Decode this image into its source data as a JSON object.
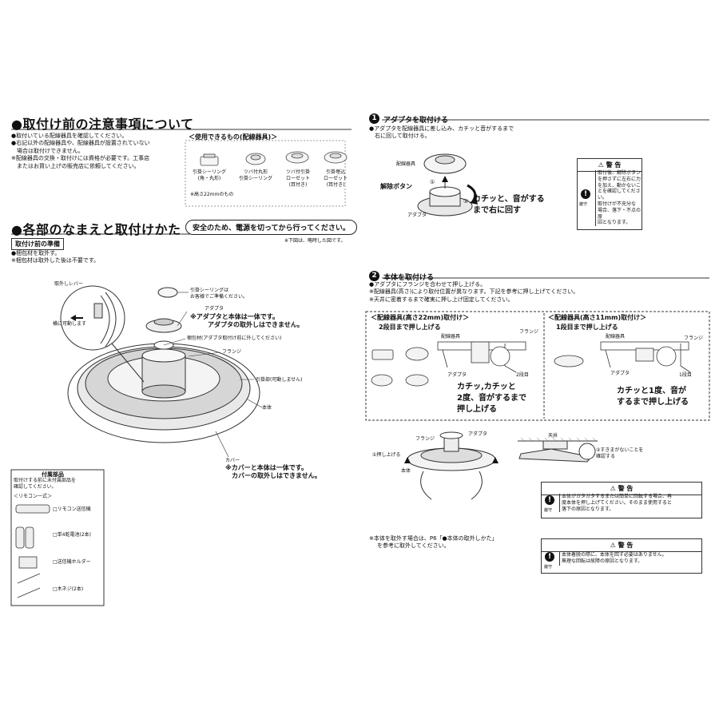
{
  "left": {
    "precaution_title": "●取付け前の注意事項について",
    "precaution_items": [
      "●取付いている配線器具を確認してください。",
      "●右記以外の配線器具や、配線器具が設置されていない",
      "　場合は取付けできません。",
      "※配線器具の交換・取付けには資格が必要です。工事店",
      "　またはお買い上げの販売店に依頼してください。"
    ],
    "usable_title": "＜使用できるもの(配線器具)＞",
    "usable_items": [
      {
        "l1": "引掛シーリング",
        "l2": "(角・丸形)"
      },
      {
        "l1": "ツバ付丸形",
        "l2": "引掛シーリング"
      },
      {
        "l1": "ツバ付引掛",
        "l2": "ローゼット",
        "l3": "(耳付き)"
      },
      {
        "l1": "引掛埋込",
        "l2": "ローゼット",
        "l3": "(耳付き)"
      }
    ],
    "usable_note": "※高さ22mmのもの",
    "parts_title": "●各部のなまえと取付けかた",
    "safety_pill": "安全のため、電源を切ってから行ってください。",
    "figure_note": "※下図は、略時した図です。",
    "prep_header": "取付け前の準備",
    "prep_items": [
      "●梱包材を取外す。",
      "※梱包材は取外した後は不要です。"
    ],
    "labels": {
      "lever": "取外しレバー",
      "slide": "横に可動します",
      "ceiling_socket": "引掛シーリングは",
      "ceiling_socket2": "お客様でご準備ください。",
      "adapter": "アダプタ",
      "adapter_note1": "※アダプタと本体は一体です。",
      "adapter_note2": "アダプタの取外しはできません。",
      "packing": "梱包材(アダプタ取付け前に外してください)",
      "flange": "フランジ",
      "hook": "引掛部(可動しません)",
      "body": "本体",
      "cover": "カバー",
      "cover_note1": "※カバーと本体は一体です。",
      "cover_note2": "カバーの取外しはできません。"
    },
    "accessories_title": "付属部品",
    "accessories_intro": [
      "取付けする前に未付属部品を",
      "確認してください。"
    ],
    "remote_heading": "＜リモコン一式＞",
    "accessories": [
      "□リモコン送信機",
      "□単4乾電池(2本)",
      "□送信機ホルダー",
      "□木ネジ(2本)"
    ]
  },
  "right": {
    "step1_num": "1",
    "step1_title": "アダプタを取付ける",
    "step1_text": [
      "●アダプタを配線器具に差し込み、カチッと音がするまで",
      "　右に回して取付ける。"
    ],
    "step1_labels": {
      "wiring": "配線器具",
      "release": "解除ボタン",
      "adapter": "アダプタ",
      "click1": "カチッと、音がする",
      "click2": "まで右に回す",
      "n1": "①",
      "n2": "②"
    },
    "warn1_title": "警 告",
    "warn1_text": [
      "取付後、解除ボタン",
      "を押さずに左右に力",
      "を加え、動かないこ",
      "とを確認してくださ",
      "い。",
      "取付けが不充分な",
      "場合、落下・不点の原",
      "因となります。"
    ],
    "warn_icon_label": "厳守",
    "step2_num": "2",
    "step2_title": "本体を取付ける",
    "step2_text": [
      "●アダプタにフランジを合わせて押し上げる。",
      "※配線器具(高さ)により取付位置が異なります。下記を参考に押し上げてください。",
      "※天井に密着するまで確実に押し上げ固定してください。"
    ],
    "case_a_title": "＜配線器具(高さ22mm)取付け＞",
    "case_a_sub": "2段目まで押し上げる",
    "case_a_labels": {
      "wiring": "配線器具",
      "flange": "フランジ",
      "adapter": "アダプタ",
      "stage": "2段目"
    },
    "case_a_big": [
      "カチッ,カチッと",
      "2度、音がするまで",
      "押し上げる"
    ],
    "case_b_title": "＜配線器具(高さ11mm)取付け＞",
    "case_b_sub": "1段目まで押し上げる",
    "case_b_labels": {
      "wiring": "配線器具",
      "flange": "フランジ",
      "adapter": "アダプタ",
      "stage": "1段目"
    },
    "case_b_big": [
      "カチッと1度、音が",
      "するまで押し上げる"
    ],
    "install_labels": {
      "flange": "フランジ",
      "adapter": "アダプタ",
      "push": "①押し上げる",
      "body": "本体",
      "ceiling": "天井",
      "gap1": "②すきまがないことを",
      "gap2": "確認する"
    },
    "warn2_title": "警 告",
    "warn2_text": [
      "本体がガタガタするまたは簡単に回転する場合、再",
      "度本体を押し上げてください。そのまま使用すると",
      "落下の原因となります。"
    ],
    "remove_note": [
      "※本体を取外す場合は、P6「●本体の取外しかた」",
      "を参考に取外してください。"
    ],
    "warn3_title": "警 告",
    "warn3_text": [
      "本体着脱の際に、本体を回す必要はありません。",
      "無理な回転は故障の原因となります。"
    ]
  }
}
